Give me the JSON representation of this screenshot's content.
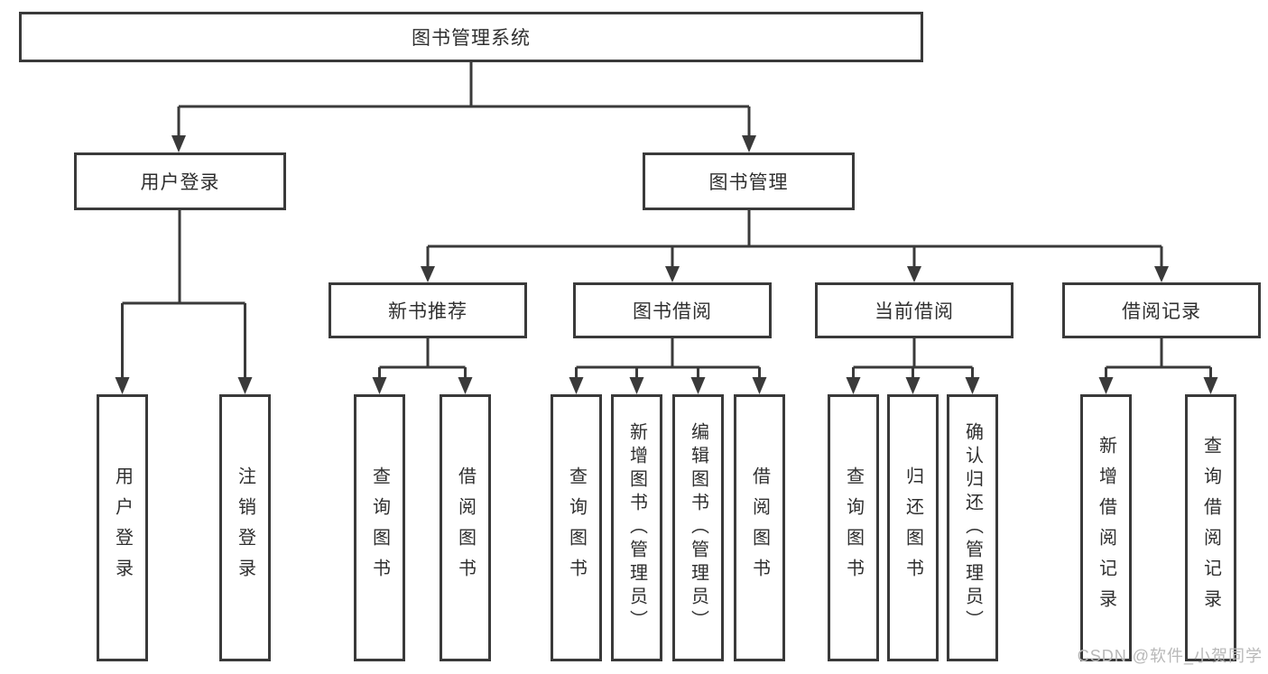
{
  "tree": {
    "label": "图书管理系统",
    "children": [
      {
        "label": "用户登录",
        "children": [
          {
            "label": "用户登录"
          },
          {
            "label": "注销登录"
          }
        ]
      },
      {
        "label": "图书管理",
        "children": [
          {
            "label": "新书推荐",
            "children": [
              {
                "label": "查询图书"
              },
              {
                "label": "借阅图书"
              }
            ]
          },
          {
            "label": "图书借阅",
            "children": [
              {
                "label": "查询图书"
              },
              {
                "label": "新增图书（管理员）"
              },
              {
                "label": "编辑图书（管理员）"
              },
              {
                "label": "借阅图书"
              }
            ]
          },
          {
            "label": "当前借阅",
            "children": [
              {
                "label": "查询图书"
              },
              {
                "label": "归还图书"
              },
              {
                "label": "确认归还（管理员）"
              }
            ]
          },
          {
            "label": "借阅记录",
            "children": [
              {
                "label": "新增借阅记录"
              },
              {
                "label": "查询借阅记录"
              }
            ]
          }
        ]
      }
    ]
  },
  "watermark": {
    "text": "CSDN @软件_小贺同学"
  },
  "colors": {
    "line": "#3a3a3a",
    "text": "#2f2f2f",
    "watermark": "#b8b8b8",
    "background": "#ffffff"
  }
}
